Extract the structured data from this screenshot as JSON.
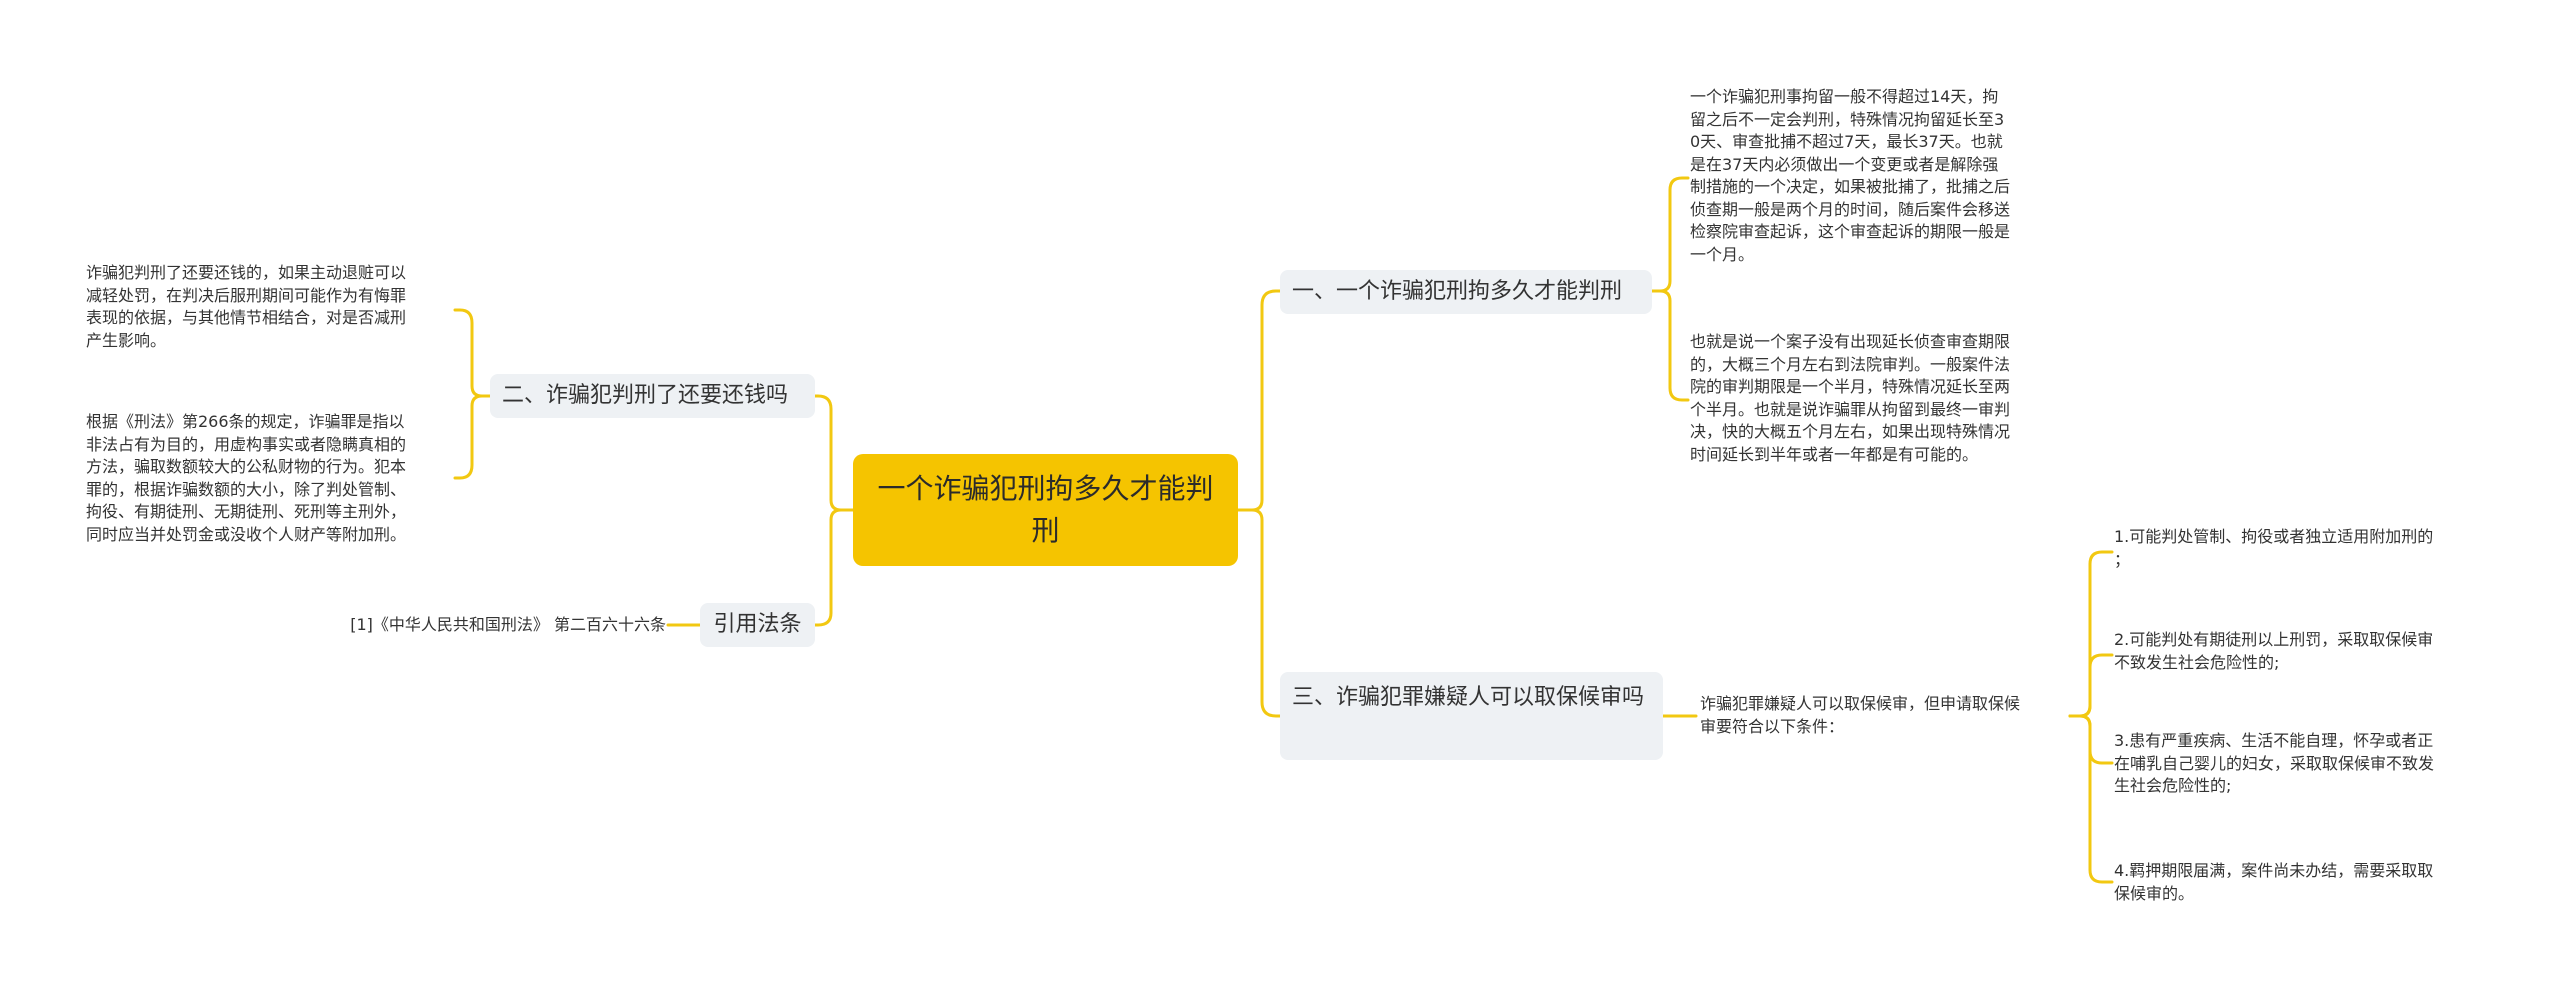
{
  "colors": {
    "accent": "#f5c400",
    "line": "#f2c811",
    "topic_bg": "#eef1f4"
  },
  "root": {
    "label": "一个诈骗犯刑拘多久才能判刑"
  },
  "topics": {
    "t1": {
      "label": "一、一个诈骗犯刑拘多久才能判刑"
    },
    "t2": {
      "label": "二、诈骗犯判刑了还要还钱吗"
    },
    "t3": {
      "label": "三、诈骗犯罪嫌疑人可以取保候审吗"
    },
    "t4": {
      "label": "引用法条"
    }
  },
  "leaves": {
    "l1a": "一个诈骗犯刑事拘留一般不得超过14天，拘\n留之后不一定会判刑，特殊情况拘留延长至3\n0天、审查批捕不超过7天，最长37天。也就\n是在37天内必须做出一个变更或者是解除强\n制措施的一个决定，如果被批捕了，批捕之后\n侦查期一般是两个月的时间，随后案件会移送\n检察院审查起诉，这个审查起诉的期限一般是\n一个月。",
    "l1b": "也就是说一个案子没有出现延长侦查审查期限\n的，大概三个月左右到法院审判。一般案件法\n院的审判期限是一个半月，特殊情况延长至两\n个半月。也就是说诈骗罪从拘留到最终一审判\n决，快的大概五个月左右，如果出现特殊情况\n时间延长到半年或者一年都是有可能的。",
    "l2a": "诈骗犯判刑了还要还钱的，如果主动退赃可以\n减轻处罚，在判决后服刑期间可能作为有悔罪\n表现的依据，与其他情节相结合，对是否减刑\n产生影响。",
    "l2b": "根据《刑法》第266条的规定，诈骗罪是指以\n非法占有为目的，用虚构事实或者隐瞒真相的\n方法，骗取数额较大的公私财物的行为。犯本\n罪的，根据诈骗数额的大小，除了判处管制、\n拘役、有期徒刑、无期徒刑、死刑等主刑外，\n同时应当并处罚金或没收个人财产等附加刑。",
    "l3": "诈骗犯罪嫌疑人可以取保候审，但申请取保候\n审要符合以下条件：",
    "c1": "1.可能判处管制、拘役或者独立适用附加刑的\n；",
    "c2": "2.可能判处有期徒刑以上刑罚，采取取保候审\n不致发生社会危险性的;",
    "c3": "3.患有严重疾病、生活不能自理，怀孕或者正\n在哺乳自己婴儿的妇女，采取取保候审不致发\n生社会危险性的;",
    "c4": "4.羁押期限届满，案件尚未办结，需要采取取\n保候审的。",
    "l4": "[1]《中华人民共和国刑法》 第二百六十六条"
  }
}
